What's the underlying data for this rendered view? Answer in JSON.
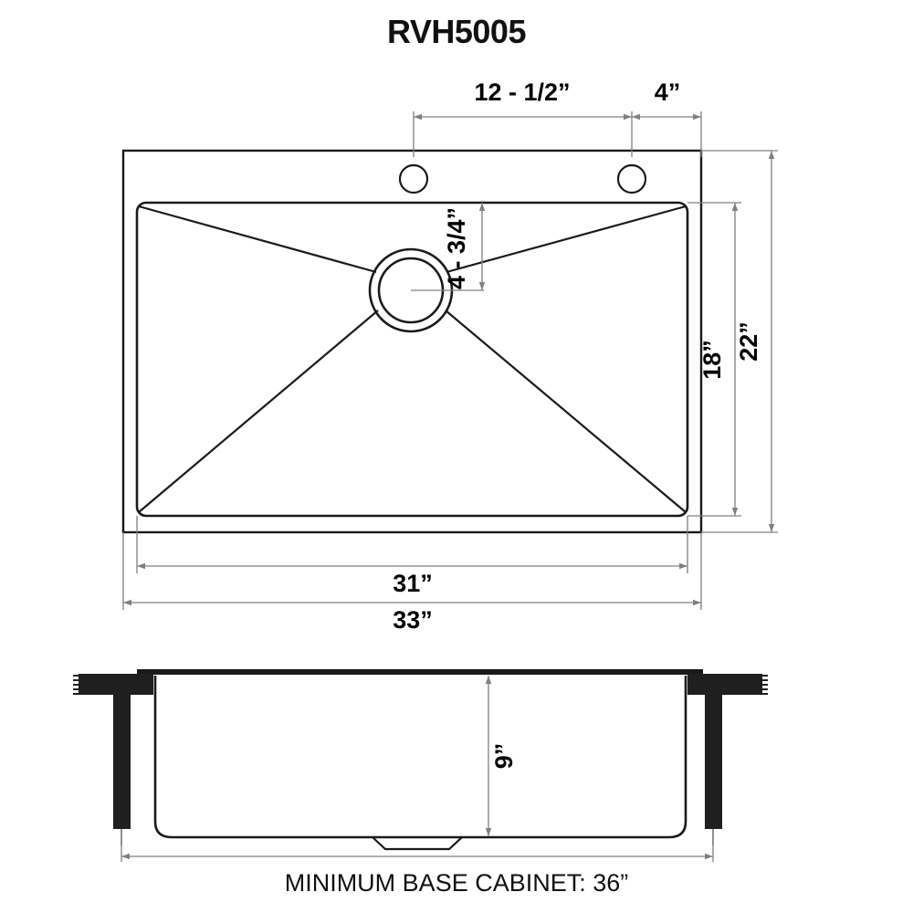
{
  "page": {
    "title": "RVH5005",
    "caption": "MINIMUM BASE CABINET: 36”",
    "background_color": "#ffffff",
    "line_color": "#1a1a1a",
    "dim_line_color": "#808080",
    "text_color": "#000000"
  },
  "top_view": {
    "name": "sink-top-view",
    "dimensions": {
      "faucet_hole_spacing": "12 - 1/2”",
      "faucet_edge_offset": "4”",
      "drain_offset_from_top": "4 - 3/4”",
      "basin_depth_front_to_back": "18”",
      "overall_depth_front_to_back": "22”",
      "basin_width": "31”",
      "overall_width": "33”"
    },
    "features": [
      {
        "name": "faucet-hole-left",
        "label": ""
      },
      {
        "name": "faucet-hole-right",
        "label": ""
      },
      {
        "name": "drain-opening",
        "label": ""
      }
    ]
  },
  "side_view": {
    "name": "sink-side-view",
    "dimensions": {
      "basin_depth": "9”"
    },
    "features": [
      {
        "name": "mounting-clip-left",
        "label": ""
      },
      {
        "name": "mounting-clip-right",
        "label": ""
      },
      {
        "name": "drain-notch",
        "label": ""
      }
    ]
  },
  "chart_data": {
    "type": "table",
    "title": "RVH5005",
    "categories": [
      "Faucet hole spacing",
      "Faucet hole edge offset",
      "Drain offset from rear",
      "Basin front-to-back",
      "Overall front-to-back",
      "Basin width",
      "Overall width",
      "Basin depth",
      "Minimum base cabinet"
    ],
    "values": [
      "12 - 1/2”",
      "4”",
      "4 - 3/4”",
      "18”",
      "22”",
      "31”",
      "33”",
      "9”",
      "36”"
    ]
  }
}
